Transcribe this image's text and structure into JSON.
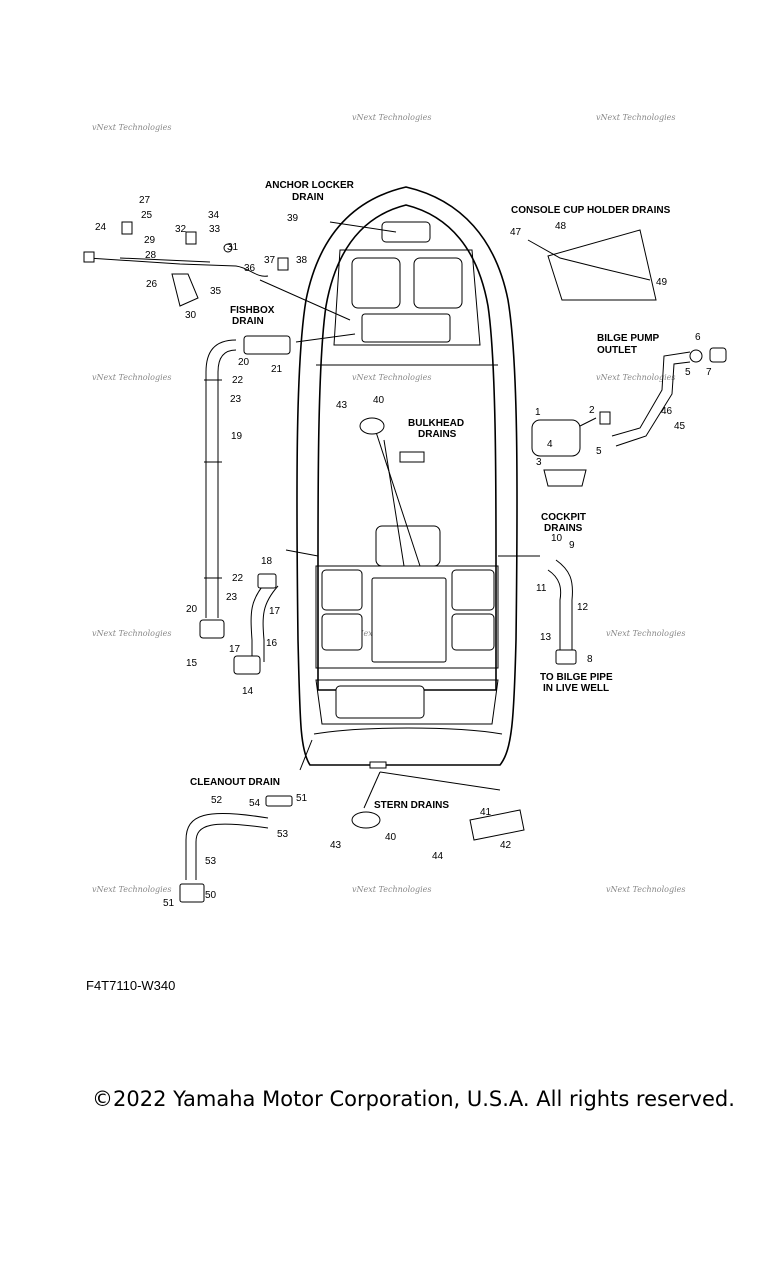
{
  "diagram": {
    "section_labels": {
      "anchor_locker_drain": [
        "ANCHOR LOCKER",
        "DRAIN"
      ],
      "console_cup_holder_drains": "CONSOLE CUP HOLDER DRAINS",
      "fishbox_drain": [
        "FISHBOX",
        "DRAIN"
      ],
      "bilge_pump_outlet": [
        "BILGE PUMP",
        "OUTLET"
      ],
      "bulkhead_drains": [
        "BULKHEAD",
        "DRAINS"
      ],
      "cockpit_drains": [
        "COCKPIT",
        "DRAINS"
      ],
      "to_bilge_pipe": [
        "TO BILGE PIPE",
        "IN LIVE WELL"
      ],
      "cleanout_drain": "CLEANOUT DRAIN",
      "stern_drains": "STERN DRAINS"
    },
    "watermark_text": "vNext Technologies",
    "part_numbers": {
      "p1": "1",
      "p2": "2",
      "p3": "3",
      "p4": "4",
      "p5a": "5",
      "p5b": "5",
      "p6": "6",
      "p7": "7",
      "p8": "8",
      "p9": "9",
      "p10": "10",
      "p11": "11",
      "p12": "12",
      "p13": "13",
      "p14": "14",
      "p15": "15",
      "p16": "16",
      "p17a": "17",
      "p17b": "17",
      "p18": "18",
      "p19": "19",
      "p20a": "20",
      "p20b": "20",
      "p21": "21",
      "p22a": "22",
      "p22b": "22",
      "p23a": "23",
      "p23b": "23",
      "p24": "24",
      "p25": "25",
      "p26": "26",
      "p27": "27",
      "p28": "28",
      "p29": "29",
      "p30": "30",
      "p31": "31",
      "p32": "32",
      "p33": "33",
      "p34": "34",
      "p35": "35",
      "p36": "36",
      "p37": "37",
      "p38": "38",
      "p39": "39",
      "p40a": "40",
      "p40b": "40",
      "p41": "41",
      "p42": "42",
      "p43a": "43",
      "p43b": "43",
      "p44": "44",
      "p45": "45",
      "p46": "46",
      "p47": "47",
      "p48": "48",
      "p49": "49",
      "p50": "50",
      "p51a": "51",
      "p51b": "51",
      "p52": "52",
      "p53a": "53",
      "p53b": "53",
      "p54": "54"
    }
  },
  "figure_code": "F4T7110-W340",
  "copyright": "©2022 Yamaha Motor Corporation, U.S.A. All rights reserved."
}
